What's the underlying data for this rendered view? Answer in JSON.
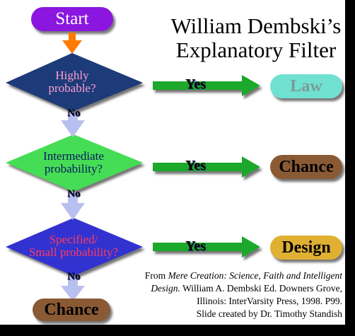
{
  "diagram": {
    "title_line1": "William Dembski’s",
    "title_line2": "Explanatory Filter",
    "start_label": "Start",
    "decisions": [
      {
        "line1": "Highly",
        "line2": "probable?",
        "yes_label": "Yes",
        "no_label": "No",
        "outcome": "Law"
      },
      {
        "line1": "Intermediate",
        "line2": "probability?",
        "yes_label": "Yes",
        "no_label": "No",
        "outcome": "Chance"
      },
      {
        "line1": "Specified/",
        "line2": "Small probability?",
        "yes_label": "Yes",
        "no_label": "No",
        "outcome": "Design"
      }
    ],
    "final_outcome": "Chance",
    "credit": {
      "prefix": "From ",
      "book_line1": "Mere Creation: Science, Faith and Intelligent",
      "book_line2": "Design.",
      "line2_rest": " William A. Dembski Ed. Downers Grove,",
      "line3": "Illinois: InterVarsity Press, 1998. P99.",
      "line4": "Slide created by Dr. Timothy Standish"
    },
    "colors": {
      "start_fill": "#8a18e0",
      "start_text": "#ffffff",
      "orange_arrow": "#ff7a00",
      "down_arrow": "#b8c0f0",
      "decision1_fill": "#1e3a78",
      "decision1_text": "#ff9fd0",
      "decision2_fill": "#44dd55",
      "decision2_text": "#0a1a60",
      "decision3_fill": "#3030d0",
      "decision3_text": "#ff3b5a",
      "green_arrow": "#1fa82c",
      "law_fill": "#6fe0d0",
      "law_text": "#7d9a95",
      "chance_fill": "#8a5a34",
      "design_fill": "#e0b030",
      "outcome_text": "#000000"
    }
  }
}
